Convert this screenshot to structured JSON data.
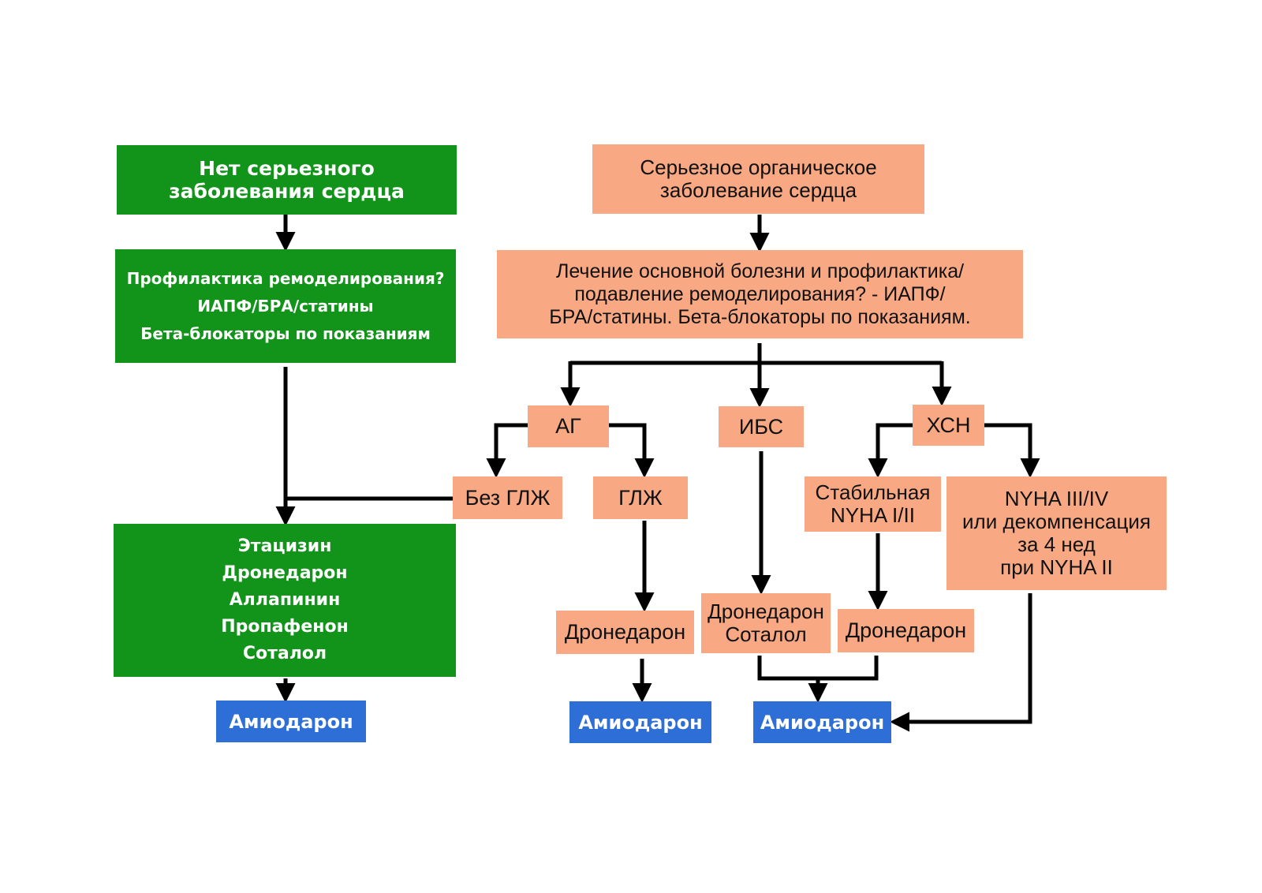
{
  "colors": {
    "green": "#12941b",
    "salmon": "#f8a882",
    "blue": "#2d6fd6",
    "connector": "#000000"
  },
  "left_branch": {
    "no_serious_disease": [
      "Нет серьезного",
      "заболевания сердца"
    ],
    "remodeling_prevention": [
      "Профилактика ремоделирования?",
      "ИАПФ/БРА/статины",
      "Бета-блокаторы по показаниям"
    ],
    "drugs": [
      "Этацизин",
      "Дронедарон",
      "Аллапинин",
      "Пропафенон",
      "Соталол"
    ],
    "fallback": "Амиодарон"
  },
  "right_branch": {
    "serious_disease": [
      "Серьезное  органическое",
      "заболевание сердца"
    ],
    "treatment": [
      "Лечение основной болезни и профилактика/",
      "подавление ремоделирования? - ИАПФ/",
      "БРА/статины. Бета-блокаторы по показаниям."
    ],
    "ag": {
      "label": "АГ",
      "no_lvh": "Без ГЛЖ",
      "lvh": "ГЛЖ",
      "lvh_drug": "Дронедарон",
      "fallback": "Амиодарон"
    },
    "ibs": {
      "label": "ИБС",
      "drugs": [
        "Дронедарон",
        "Соталол"
      ]
    },
    "hsn": {
      "label": "ХСН",
      "stable": [
        "Стабильная",
        "NYHA I/II"
      ],
      "stable_drug": "Дронедарон",
      "severe": [
        "NYHA III/IV",
        "или декомпенсация",
        "за 4 нед",
        "при NYHA II"
      ]
    },
    "fallback": "Амиодарон"
  }
}
